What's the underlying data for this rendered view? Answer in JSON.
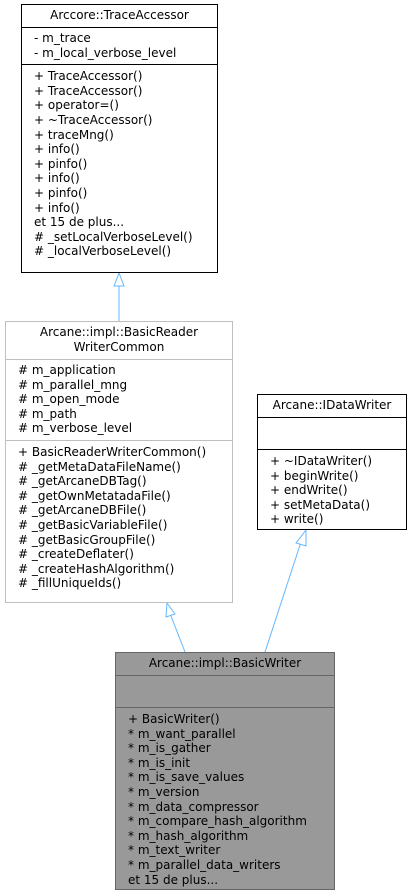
{
  "classes": {
    "trace_accessor": {
      "name": "Arccore::TraceAccessor",
      "attributes": [
        "- m_trace",
        "- m_local_verbose_level"
      ],
      "methods": [
        "+ TraceAccessor()",
        "+ TraceAccessor()",
        "+ operator=()",
        "+ ~TraceAccessor()",
        "+ traceMng()",
        "+ info()",
        "+ pinfo()",
        "+ info()",
        "+ pinfo()",
        "+ info()",
        "et 15 de plus...",
        "# _setLocalVerboseLevel()",
        "# _localVerboseLevel()"
      ]
    },
    "basic_reader_writer_common": {
      "name_line1": "Arcane::impl::BasicReader",
      "name_line2": "WriterCommon",
      "attributes": [
        "# m_application",
        "# m_parallel_mng",
        "# m_open_mode",
        "# m_path",
        "# m_verbose_level"
      ],
      "methods": [
        "+ BasicReaderWriterCommon()",
        "# _getMetaDataFileName()",
        "# _getArcaneDBTag()",
        "# _getOwnMetatadaFile()",
        "# _getArcaneDBFile()",
        "# _getBasicVariableFile()",
        "# _getBasicGroupFile()",
        "# _createDeflater()",
        "# _createHashAlgorithm()",
        "# _fillUniqueIds()"
      ]
    },
    "idata_writer": {
      "name": "Arcane::IDataWriter",
      "attributes": [],
      "methods": [
        "+ ~IDataWriter()",
        "+ beginWrite()",
        "+ endWrite()",
        "+ setMetaData()",
        "+ write()"
      ]
    },
    "basic_writer": {
      "name": "Arcane::impl::BasicWriter",
      "attributes": [],
      "methods": [
        "+ BasicWriter()",
        "* m_want_parallel",
        "* m_is_gather",
        "* m_is_init",
        "* m_is_save_values",
        "* m_version",
        "* m_data_compressor",
        "* m_compare_hash_algorithm",
        "* m_hash_algorithm",
        "* m_text_writer",
        "* m_parallel_data_writers",
        "et 15 de plus..."
      ]
    }
  },
  "colors": {
    "inheritance_arrow": "#63b8ff",
    "focus_fill": "#999999",
    "focus_border": "#666666",
    "grey_border": "#bfbfbf",
    "box_border": "#000000"
  }
}
